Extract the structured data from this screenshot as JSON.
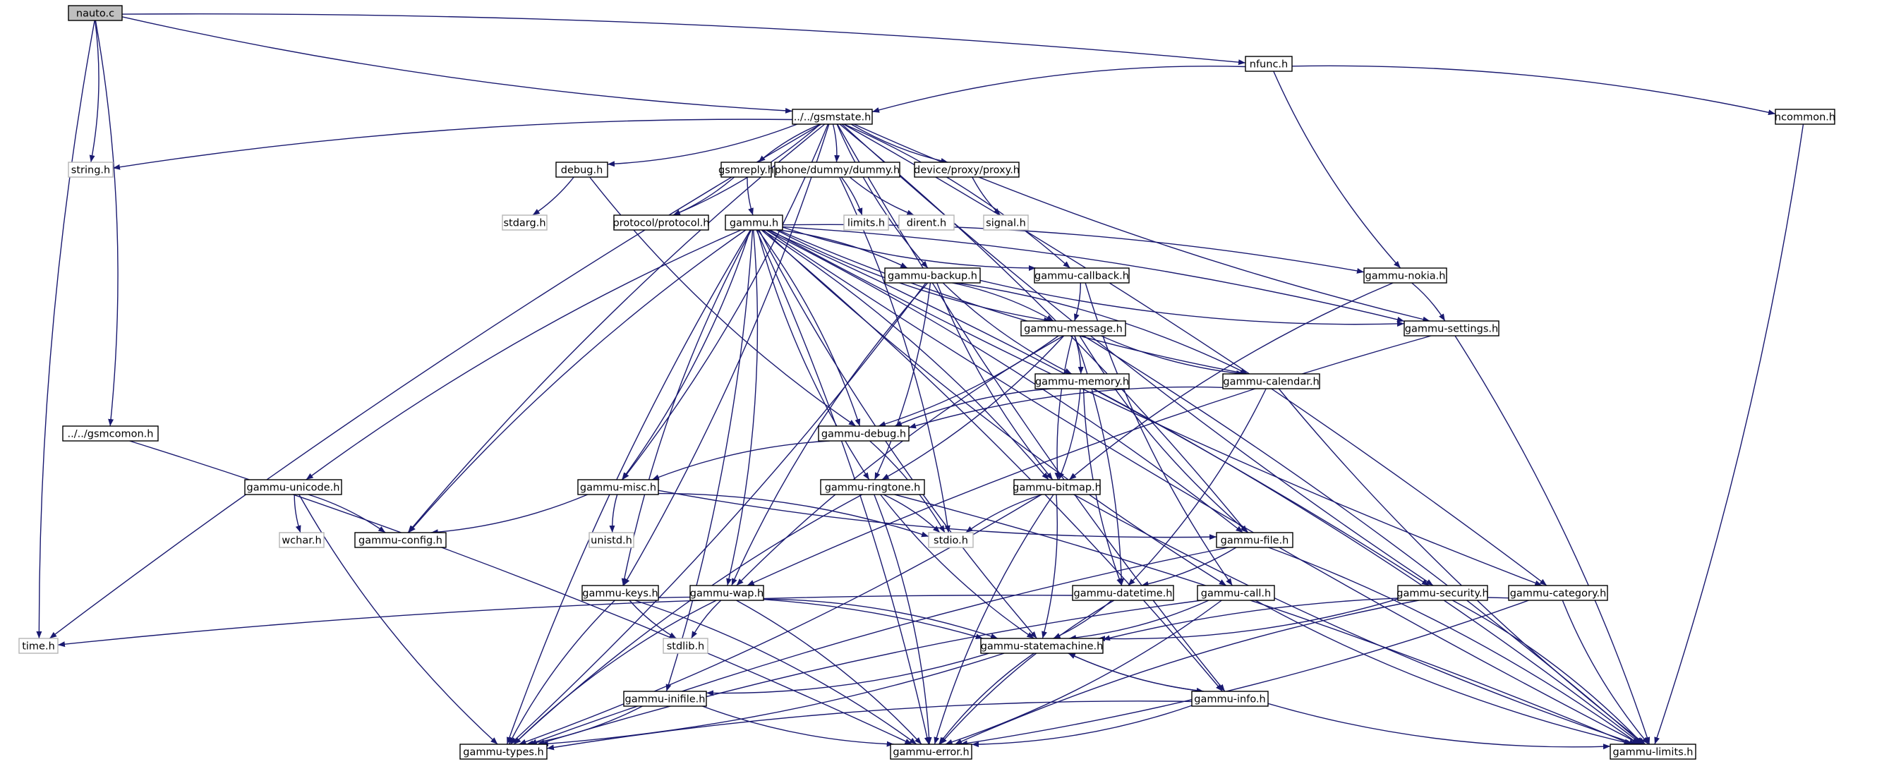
{
  "colors": {
    "edge": "#191970",
    "root_fill": "#bfbfbf",
    "system_border": "#b5b5b5",
    "node_border": "#000000"
  },
  "nodes": [
    {
      "id": "nauto",
      "label": "nauto.c",
      "kind": "root"
    },
    {
      "id": "nfunc",
      "label": "nfunc.h",
      "kind": "file"
    },
    {
      "id": "gsmstate",
      "label": "../../gsmstate.h",
      "kind": "file"
    },
    {
      "id": "ncommon",
      "label": "ncommon.h",
      "kind": "file"
    },
    {
      "id": "stringh",
      "label": "string.h",
      "kind": "system"
    },
    {
      "id": "debugh",
      "label": "debug.h",
      "kind": "file"
    },
    {
      "id": "gsmreply",
      "label": "gsmreply.h",
      "kind": "file"
    },
    {
      "id": "dummy",
      "label": "phone/dummy/dummy.h",
      "kind": "file"
    },
    {
      "id": "proxy",
      "label": "device/proxy/proxy.h",
      "kind": "file"
    },
    {
      "id": "stdarg",
      "label": "stdarg.h",
      "kind": "system"
    },
    {
      "id": "protocol",
      "label": "protocol/protocol.h",
      "kind": "file"
    },
    {
      "id": "gammu",
      "label": "gammu.h",
      "kind": "file"
    },
    {
      "id": "limitsh",
      "label": "limits.h",
      "kind": "system"
    },
    {
      "id": "dirent",
      "label": "dirent.h",
      "kind": "system"
    },
    {
      "id": "signalh",
      "label": "signal.h",
      "kind": "system"
    },
    {
      "id": "backup",
      "label": "gammu-backup.h",
      "kind": "file"
    },
    {
      "id": "callback",
      "label": "gammu-callback.h",
      "kind": "file"
    },
    {
      "id": "nokia",
      "label": "gammu-nokia.h",
      "kind": "file"
    },
    {
      "id": "message",
      "label": "gammu-message.h",
      "kind": "file"
    },
    {
      "id": "settings",
      "label": "gammu-settings.h",
      "kind": "file"
    },
    {
      "id": "memory",
      "label": "gammu-memory.h",
      "kind": "file"
    },
    {
      "id": "calendar",
      "label": "gammu-calendar.h",
      "kind": "file"
    },
    {
      "id": "gsmcomon",
      "label": "../../gsmcomon.h",
      "kind": "file"
    },
    {
      "id": "gdebug",
      "label": "gammu-debug.h",
      "kind": "file"
    },
    {
      "id": "unicode",
      "label": "gammu-unicode.h",
      "kind": "file"
    },
    {
      "id": "misc",
      "label": "gammu-misc.h",
      "kind": "file"
    },
    {
      "id": "ringtone",
      "label": "gammu-ringtone.h",
      "kind": "file"
    },
    {
      "id": "bitmap",
      "label": "gammu-bitmap.h",
      "kind": "file"
    },
    {
      "id": "wcharh",
      "label": "wchar.h",
      "kind": "system"
    },
    {
      "id": "config",
      "label": "gammu-config.h",
      "kind": "file"
    },
    {
      "id": "unistd",
      "label": "unistd.h",
      "kind": "system"
    },
    {
      "id": "stdioh",
      "label": "stdio.h",
      "kind": "system"
    },
    {
      "id": "file",
      "label": "gammu-file.h",
      "kind": "file"
    },
    {
      "id": "keys",
      "label": "gammu-keys.h",
      "kind": "file"
    },
    {
      "id": "wap",
      "label": "gammu-wap.h",
      "kind": "file"
    },
    {
      "id": "datetime",
      "label": "gammu-datetime.h",
      "kind": "file"
    },
    {
      "id": "call",
      "label": "gammu-call.h",
      "kind": "file"
    },
    {
      "id": "security",
      "label": "gammu-security.h",
      "kind": "file"
    },
    {
      "id": "category",
      "label": "gammu-category.h",
      "kind": "file"
    },
    {
      "id": "timeh",
      "label": "time.h",
      "kind": "system"
    },
    {
      "id": "stdlib",
      "label": "stdlib.h",
      "kind": "system"
    },
    {
      "id": "statemachine",
      "label": "gammu-statemachine.h",
      "kind": "file"
    },
    {
      "id": "inifile",
      "label": "gammu-inifile.h",
      "kind": "file"
    },
    {
      "id": "info",
      "label": "gammu-info.h",
      "kind": "file"
    },
    {
      "id": "types",
      "label": "gammu-types.h",
      "kind": "file"
    },
    {
      "id": "error",
      "label": "gammu-error.h",
      "kind": "file"
    },
    {
      "id": "glimits",
      "label": "gammu-limits.h",
      "kind": "file"
    }
  ],
  "edges": [
    [
      "nauto",
      "nfunc"
    ],
    [
      "nauto",
      "gsmstate"
    ],
    [
      "nauto",
      "stringh"
    ],
    [
      "nauto",
      "timeh"
    ],
    [
      "nauto",
      "gsmcomon"
    ],
    [
      "nfunc",
      "gsmstate"
    ],
    [
      "nfunc",
      "ncommon"
    ],
    [
      "nfunc",
      "nokia"
    ],
    [
      "ncommon",
      "glimits"
    ],
    [
      "gsmstate",
      "stringh"
    ],
    [
      "gsmstate",
      "debugh"
    ],
    [
      "gsmstate",
      "gsmreply"
    ],
    [
      "gsmstate",
      "dummy"
    ],
    [
      "gsmstate",
      "proxy"
    ],
    [
      "gsmstate",
      "protocol"
    ],
    [
      "gsmstate",
      "backup"
    ],
    [
      "gsmstate",
      "callback"
    ],
    [
      "gsmstate",
      "settings"
    ],
    [
      "gsmstate",
      "misc"
    ],
    [
      "gsmstate",
      "config"
    ],
    [
      "gsmstate",
      "keys"
    ],
    [
      "gsmstate",
      "timeh"
    ],
    [
      "gsmstate",
      "file"
    ],
    [
      "gsmstate",
      "security"
    ],
    [
      "gsmstate",
      "category"
    ],
    [
      "gsmstate",
      "info"
    ],
    [
      "debugh",
      "stdarg"
    ],
    [
      "debugh",
      "gdebug"
    ],
    [
      "gsmreply",
      "protocol"
    ],
    [
      "gsmreply",
      "gammu"
    ],
    [
      "dummy",
      "limitsh"
    ],
    [
      "dummy",
      "dirent"
    ],
    [
      "dummy",
      "stdioh"
    ],
    [
      "proxy",
      "signalh"
    ],
    [
      "gammu",
      "backup"
    ],
    [
      "gammu",
      "callback"
    ],
    [
      "gammu",
      "nokia"
    ],
    [
      "gammu",
      "message"
    ],
    [
      "gammu",
      "settings"
    ],
    [
      "gammu",
      "calendar"
    ],
    [
      "gammu",
      "gdebug"
    ],
    [
      "gammu",
      "unicode"
    ],
    [
      "gammu",
      "misc"
    ],
    [
      "gammu",
      "ringtone"
    ],
    [
      "gammu",
      "bitmap"
    ],
    [
      "gammu",
      "config"
    ],
    [
      "gammu",
      "file"
    ],
    [
      "gammu",
      "keys"
    ],
    [
      "gammu",
      "wap"
    ],
    [
      "gammu",
      "statemachine"
    ],
    [
      "gammu",
      "inifile"
    ],
    [
      "gammu",
      "types"
    ],
    [
      "gammu",
      "error"
    ],
    [
      "gammu",
      "call"
    ],
    [
      "gammu",
      "security"
    ],
    [
      "gammu",
      "category"
    ],
    [
      "gammu",
      "info"
    ],
    [
      "gammu",
      "glimits"
    ],
    [
      "backup",
      "message"
    ],
    [
      "backup",
      "memory"
    ],
    [
      "backup",
      "calendar"
    ],
    [
      "backup",
      "bitmap"
    ],
    [
      "backup",
      "ringtone"
    ],
    [
      "backup",
      "wap"
    ],
    [
      "backup",
      "types"
    ],
    [
      "backup",
      "settings"
    ],
    [
      "callback",
      "message"
    ],
    [
      "callback",
      "call"
    ],
    [
      "nokia",
      "settings"
    ],
    [
      "nokia",
      "bitmap"
    ],
    [
      "message",
      "memory"
    ],
    [
      "message",
      "calendar"
    ],
    [
      "message",
      "gdebug"
    ],
    [
      "message",
      "bitmap"
    ],
    [
      "message",
      "ringtone"
    ],
    [
      "message",
      "file"
    ],
    [
      "message",
      "datetime"
    ],
    [
      "message",
      "wap"
    ],
    [
      "message",
      "glimits"
    ],
    [
      "settings",
      "wap"
    ],
    [
      "settings",
      "glimits"
    ],
    [
      "memory",
      "gdebug"
    ],
    [
      "memory",
      "bitmap"
    ],
    [
      "memory",
      "datetime"
    ],
    [
      "memory",
      "glimits"
    ],
    [
      "calendar",
      "gdebug"
    ],
    [
      "calendar",
      "datetime"
    ],
    [
      "calendar",
      "glimits"
    ],
    [
      "gsmcomon",
      "error"
    ],
    [
      "gdebug",
      "misc"
    ],
    [
      "gdebug",
      "stdioh"
    ],
    [
      "unicode",
      "wcharh"
    ],
    [
      "unicode",
      "config"
    ],
    [
      "unicode",
      "types"
    ],
    [
      "misc",
      "config"
    ],
    [
      "misc",
      "unistd"
    ],
    [
      "misc",
      "stdioh"
    ],
    [
      "misc",
      "file"
    ],
    [
      "ringtone",
      "stdioh"
    ],
    [
      "ringtone",
      "statemachine"
    ],
    [
      "ringtone",
      "error"
    ],
    [
      "ringtone",
      "types"
    ],
    [
      "ringtone",
      "glimits"
    ],
    [
      "bitmap",
      "stdioh"
    ],
    [
      "bitmap",
      "statemachine"
    ],
    [
      "bitmap",
      "error"
    ],
    [
      "bitmap",
      "types"
    ],
    [
      "bitmap",
      "glimits"
    ],
    [
      "file",
      "datetime"
    ],
    [
      "file",
      "types"
    ],
    [
      "file",
      "glimits"
    ],
    [
      "keys",
      "stdlib"
    ],
    [
      "keys",
      "statemachine"
    ],
    [
      "keys",
      "types"
    ],
    [
      "keys",
      "error"
    ],
    [
      "wap",
      "stdlib"
    ],
    [
      "wap",
      "statemachine"
    ],
    [
      "wap",
      "types"
    ],
    [
      "wap",
      "error"
    ],
    [
      "datetime",
      "timeh"
    ],
    [
      "datetime",
      "statemachine"
    ],
    [
      "datetime",
      "error"
    ],
    [
      "call",
      "statemachine"
    ],
    [
      "call",
      "types"
    ],
    [
      "call",
      "error"
    ],
    [
      "call",
      "glimits"
    ],
    [
      "security",
      "statemachine"
    ],
    [
      "security",
      "error"
    ],
    [
      "security",
      "glimits"
    ],
    [
      "category",
      "statemachine"
    ],
    [
      "category",
      "error"
    ],
    [
      "category",
      "glimits"
    ],
    [
      "statemachine",
      "inifile"
    ],
    [
      "statemachine",
      "info"
    ],
    [
      "statemachine",
      "types"
    ],
    [
      "statemachine",
      "error"
    ],
    [
      "info",
      "statemachine"
    ],
    [
      "info",
      "types"
    ],
    [
      "info",
      "error"
    ],
    [
      "info",
      "glimits"
    ],
    [
      "inifile",
      "types"
    ],
    [
      "inifile",
      "error"
    ]
  ]
}
